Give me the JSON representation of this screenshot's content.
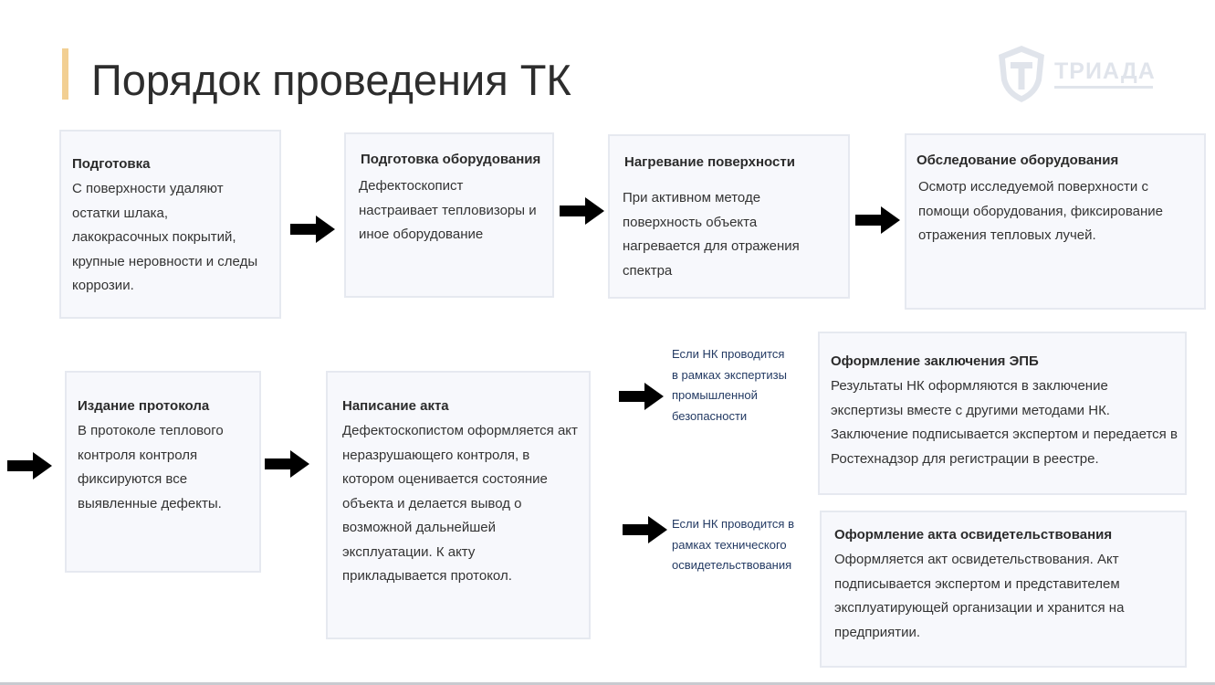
{
  "title": "Порядок проведения ТК",
  "logo": {
    "text": "ТРИАДА",
    "icon": "shield-t-icon"
  },
  "steps": [
    {
      "title": "Подготовка",
      "text": "С поверхности удаляют остатки шлака, лакокрасочных покрытий, крупные неровности и следы коррозии."
    },
    {
      "title": "Подготовка оборудования",
      "text": "Дефектоскопист настраивает тепловизоры и иное оборудование"
    },
    {
      "title": "Нагревание поверхности",
      "text": "При активном методе поверхность объекта нагревается для отражения спектра"
    },
    {
      "title": "Обследование оборудования",
      "text": "Осмотр исследуемой поверхности с помощи оборудования, фиксирование отражения тепловых лучей."
    },
    {
      "title": "Издание протокола",
      "text": "В протоколе теплового контроля контроля фиксируются все выявленные дефекты."
    },
    {
      "title": "Написание акта",
      "text": "Дефектоскопистом оформляется акт неразрушающего контроля, в котором оценивается состояние объекта и делается вывод о возможной дальнейшей эксплуатации. К акту прикладывается протокол."
    },
    {
      "title": "Оформление заключения ЭПБ",
      "text": "Результаты НК оформляются в заключение экспертизы вместе с другими методами НК. Заключение подписывается экспертом и передается в Ростехнадзор для регистрации в реестре."
    },
    {
      "title": "Оформление акта освидетельствования",
      "text": "Оформляется акт освидетельствования. Акт подписывается экспертом и представителем эксплуатирующей организации и хранится на предприятии."
    }
  ],
  "conditions": [
    {
      "lines": [
        "Если НК проводится",
        "в рамках экспертизы",
        "промышленной",
        "безопасности"
      ]
    },
    {
      "lines": [
        "Если НК проводится в",
        "рамках технического",
        "освидетельствования"
      ]
    }
  ],
  "colors": {
    "accent": "#f2cf93",
    "box_bg": "#f7f8fc",
    "box_border": "#e6e9f0",
    "condition_text": "#233a63"
  }
}
